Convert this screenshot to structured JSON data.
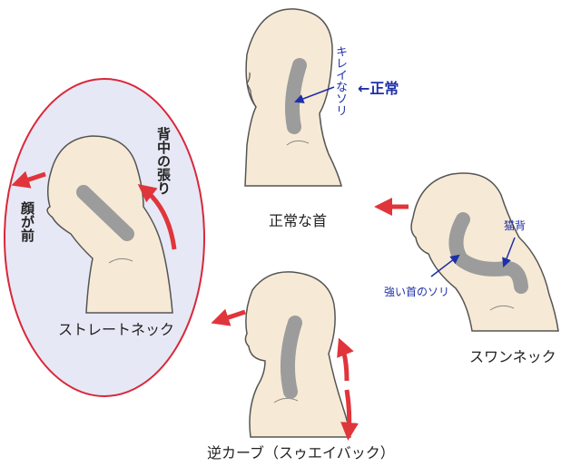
{
  "colors": {
    "skin": "#f6ead6",
    "outline": "#555555",
    "spine": "#9c9c9c",
    "arrow": "#e0353b",
    "ellipse_fill": "#e6e8f5",
    "ellipse_stroke": "#d9273a",
    "annotation": "#1f2fa8"
  },
  "labels": {
    "normal_caption": "正常な首",
    "normal_curve": "キレイなソリ",
    "normal_mark": "←正常",
    "straight_caption": "ストレートネック",
    "straight_back": "背中の張り",
    "straight_face": "顔が前",
    "swan_caption": "スワンネック",
    "swan_cat": "猫背",
    "swan_curve": "強い首のソリ",
    "reverse_caption": "逆カーブ（スゥエイバック）"
  }
}
